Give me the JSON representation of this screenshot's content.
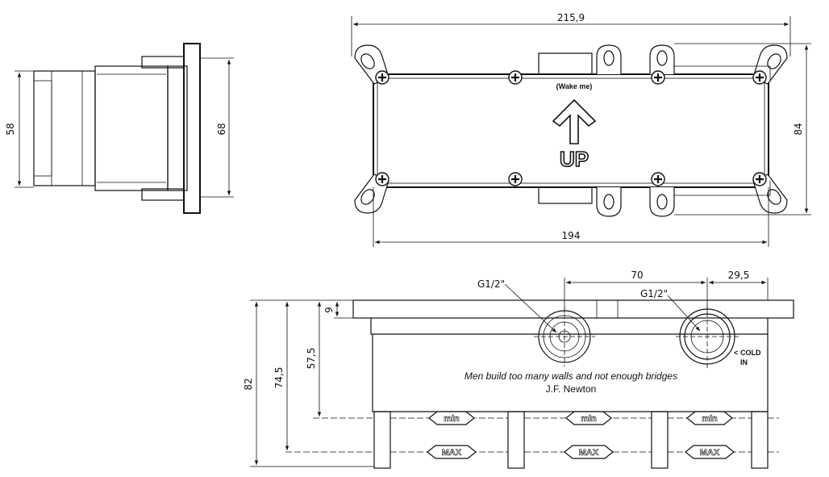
{
  "dimensions": {
    "top_width": "215,9",
    "inner_width": "194",
    "height_right": "84",
    "side_left": "58",
    "side_right": "68",
    "spacing": "70",
    "offset": "29,5",
    "depth_small": "9",
    "depth_mid": "57,5",
    "depth_large": "74,5",
    "depth_total": "82"
  },
  "labels": {
    "wake_me": "(Wake me)",
    "up": "UP",
    "thread_left": "G1/2\"",
    "thread_right": "G1/2\"",
    "cold": "COLD",
    "in": "IN",
    "min": "min",
    "max": "MAX"
  },
  "quote": {
    "text": "Men build too many walls and not enough bridges",
    "author": "J.F. Newton"
  }
}
